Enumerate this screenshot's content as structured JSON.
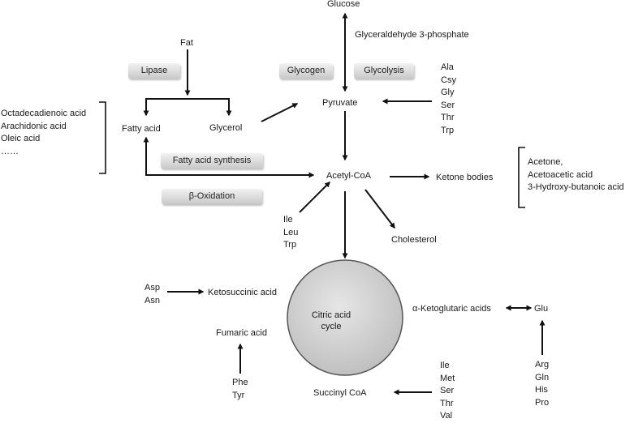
{
  "nodes": {
    "glucose": "Glucose",
    "g3p": "Glyceraldehyde 3-phosphate",
    "fat": "Fat",
    "fatty_acid": "Fatty acid",
    "glycerol": "Glycerol",
    "pyruvate": "Pyruvate",
    "acetyl_coa": "Acetyl-CoA",
    "ketone_bodies": "Ketone bodies",
    "cholesterol": "Cholesterol",
    "ketosuccinic": "Ketosuccinic acid",
    "fumaric": "Fumaric acid",
    "succinyl_coa": "Succinyl CoA",
    "akg": "α-Ketoglutaric acids",
    "glu": "Glu",
    "cycle_line1": "Citric acid",
    "cycle_line2": "cycle"
  },
  "processes": {
    "lipase": "Lipase",
    "glycogen": "Glycogen",
    "glycolysis": "Glycolysis",
    "fa_synthesis": "Fatty acid synthesis",
    "beta_oxidation": "β-Oxidation"
  },
  "groups": {
    "fatty_acids": [
      "Octadecadienoic acid",
      "Arachidonic acid",
      "Oleic acid",
      "……"
    ],
    "pyruvate_aa": [
      "Ala",
      "Csy",
      "Gly",
      "Ser",
      "Thr",
      "Trp"
    ],
    "ketones": [
      "Acetone,",
      "Acetoacetic acid",
      "3-Hydroxy-butanoic acid"
    ],
    "acetyl_aa": [
      "Ile",
      "Leu",
      "Trp"
    ],
    "asp_asn": [
      "Asp",
      "Asn"
    ],
    "phe_tyr": [
      "Phe",
      "Tyr"
    ],
    "succinyl_aa": [
      "Ile",
      "Met",
      "Ser",
      "Thr",
      "Val"
    ],
    "glu_aa": [
      "Arg",
      "Gln",
      "His",
      "Pro"
    ]
  }
}
